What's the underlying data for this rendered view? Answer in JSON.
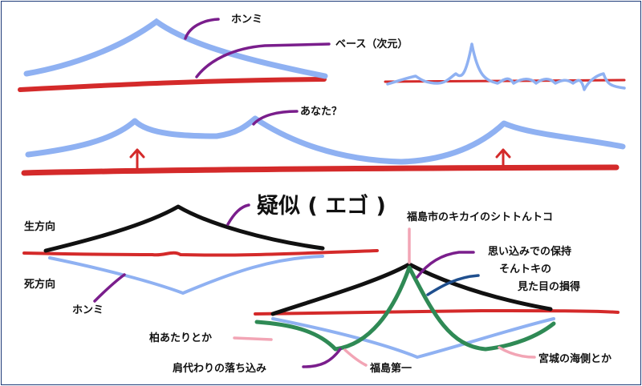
{
  "labels": {
    "honmi_top": "ホンミ",
    "base_dim": "ベース（次元）",
    "anata": "あなた？",
    "title": "疑似 ( エゴ )",
    "sei_houkou": "生方向",
    "shi_houkou": "死方向",
    "honmi_bottom": "ホンミ",
    "fukushima_city": "福島市のキカイのシトトんトコ",
    "omoikomi": "思い込みでの保持",
    "sonntoki": "そんトキの",
    "mitame": "見た目の損得",
    "kashiwa": "柏あたりとか",
    "katagawari": "肩代わりの落ち込み",
    "fukushima_daiichi": "福島第一",
    "miyagi": "宮城の海側とか"
  },
  "colors": {
    "blue": "#8fb1f2",
    "red": "#d42a2a",
    "black": "#111111",
    "green": "#2f8a55",
    "purple": "#7a1e8c",
    "pink": "#f2a5b5",
    "navy": "#1f4f8e",
    "frame": "#1e3a78"
  }
}
